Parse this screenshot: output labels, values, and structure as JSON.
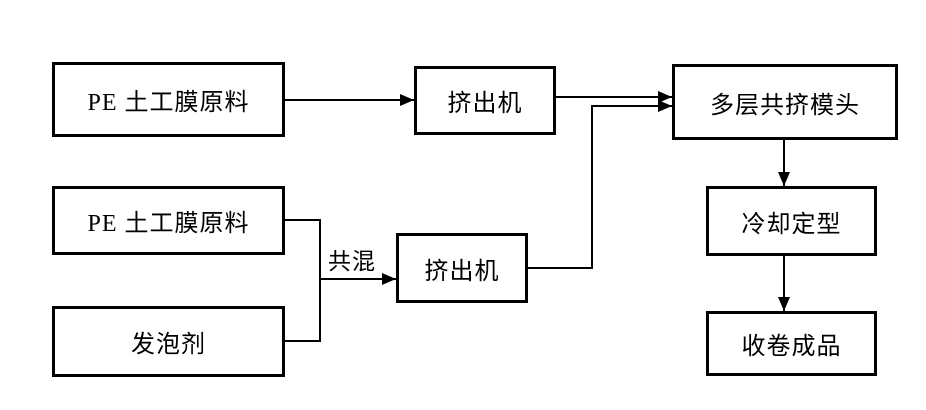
{
  "diagram": {
    "background_color": "#ffffff",
    "line_color": "#000000",
    "nodes": {
      "pe_material_top": {
        "label": "PE 土工膜原料"
      },
      "extruder_top": {
        "label": "挤出机"
      },
      "coextrusion_die": {
        "label": "多层共挤模头"
      },
      "pe_material_mid": {
        "label": "PE 土工膜原料"
      },
      "foaming_agent": {
        "label": "发泡剂"
      },
      "extruder_bottom": {
        "label": "挤出机"
      },
      "cooling_shaping": {
        "label": "冷却定型"
      },
      "winding_product": {
        "label": "收卷成品"
      }
    },
    "edge_labels": {
      "blending": "共混"
    }
  }
}
